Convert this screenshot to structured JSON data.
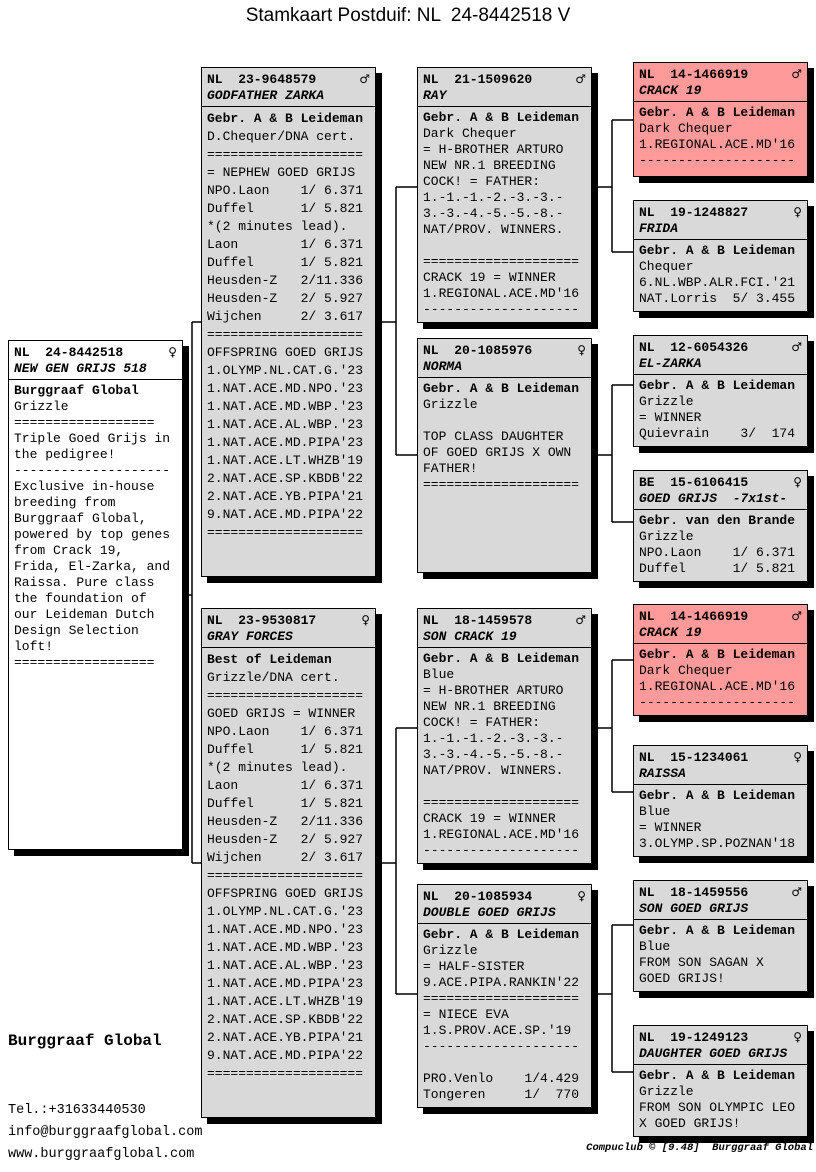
{
  "title": "Stamkaart Postduif: NL  24-8442518 V",
  "boxes": {
    "subject": {
      "ring": "NL  24-8442518",
      "sex": "♀",
      "name": "NEW GEN GRIJS 518",
      "lines": [
        "Burggraaf Global",
        "Grizzle",
        "==================",
        "Triple Goed Grijs in",
        "the pedigree!",
        "--------------------",
        "Exclusive in-house",
        "breeding from",
        "Burggraaf Global,",
        "powered by top genes",
        "from Crack 19,",
        "Frida, El-Zarka, and",
        "Raissa. Pure class",
        "the foundation of",
        "our Leideman Dutch",
        "Design Selection",
        "loft!",
        "=================="
      ]
    },
    "father": {
      "ring": "NL  23-9648579",
      "sex": "♂",
      "name": "GODFATHER ZARKA",
      "lines": [
        "Gebr. A & B Leideman",
        "D.Chequer/DNA cert.",
        "====================",
        "= NEPHEW GOED GRIJS",
        "NPO.Laon    1/ 6.371",
        "Duffel      1/ 5.821",
        "*(2 minutes lead).",
        "Laon        1/ 6.371",
        "Duffel      1/ 5.821",
        "Heusden-Z   2/11.336",
        "Heusden-Z   2/ 5.927",
        "Wijchen     2/ 3.617",
        "====================",
        "OFFSPRING GOED GRIJS",
        "1.OLYMP.NL.CAT.G.'23",
        "1.NAT.ACE.MD.NPO.'23",
        "1.NAT.ACE.MD.WBP.'23",
        "1.NAT.ACE.AL.WBP.'23",
        "1.NAT.ACE.MD.PIPA'23",
        "1.NAT.ACE.LT.WHZB'19",
        "2.NAT.ACE.SP.KBDB'22",
        "2.NAT.ACE.YB.PIPA'21",
        "9.NAT.ACE.MD.PIPA'22",
        "===================="
      ]
    },
    "mother": {
      "ring": "NL  23-9530817",
      "sex": "♀",
      "name": "GRAY FORCES",
      "lines": [
        "Best of Leideman",
        "Grizzle/DNA cert.",
        "====================",
        "GOED GRIJS = WINNER",
        "NPO.Laon    1/ 6.371",
        "Duffel      1/ 5.821",
        "*(2 minutes lead).",
        "Laon        1/ 6.371",
        "Duffel      1/ 5.821",
        "Heusden-Z   2/11.336",
        "Heusden-Z   2/ 5.927",
        "Wijchen     2/ 3.617",
        "====================",
        "OFFSPRING GOED GRIJS",
        "1.OLYMP.NL.CAT.G.'23",
        "1.NAT.ACE.MD.NPO.'23",
        "1.NAT.ACE.MD.WBP.'23",
        "1.NAT.ACE.AL.WBP.'23",
        "1.NAT.ACE.MD.PIPA'23",
        "1.NAT.ACE.LT.WHZB'19",
        "2.NAT.ACE.SP.KBDB'22",
        "2.NAT.ACE.YB.PIPA'21",
        "9.NAT.ACE.MD.PIPA'22",
        "===================="
      ]
    },
    "ff": {
      "ring": "NL  21-1509620",
      "sex": "♂",
      "name": "RAY",
      "lines": [
        "Gebr. A & B Leideman",
        "Dark Chequer",
        "= H-BROTHER ARTURO",
        "NEW NR.1 BREEDING",
        "COCK! = FATHER:",
        "1.-1.-1.-2.-3.-3.-",
        "3.-3.-4.-5.-5.-8.-",
        "NAT/PROV. WINNERS.",
        "",
        "====================",
        "CRACK 19 = WINNER",
        "1.REGIONAL.ACE.MD'16",
        "--------------------"
      ]
    },
    "fm": {
      "ring": "NL  20-1085976",
      "sex": "♀",
      "name": "NORMA",
      "lines": [
        "Gebr. A & B Leideman",
        "Grizzle",
        "",
        "TOP CLASS DAUGHTER",
        "OF GOED GRIJS X OWN",
        "FATHER!",
        "===================="
      ]
    },
    "mf": {
      "ring": "NL  18-1459578",
      "sex": "♂",
      "name": "SON CRACK 19",
      "lines": [
        "Gebr. A & B Leideman",
        "Blue",
        "= H-BROTHER ARTURO",
        "NEW NR.1 BREEDING",
        "COCK! = FATHER:",
        "1.-1.-1.-2.-3.-3.-",
        "3.-3.-4.-5.-5.-8.-",
        "NAT/PROV. WINNERS.",
        "",
        "====================",
        "CRACK 19 = WINNER",
        "1.REGIONAL.ACE.MD'16",
        "--------------------"
      ]
    },
    "mm": {
      "ring": "NL  20-1085934",
      "sex": "♀",
      "name": "DOUBLE GOED GRIJS",
      "lines": [
        "Gebr. A & B Leideman",
        "Grizzle",
        "= HALF-SISTER",
        "9.ACE.PIPA.RANKIN'22",
        "====================",
        "= NIECE EVA",
        "1.S.PROV.ACE.SP.'19",
        "--------------------",
        "",
        "PRO.Venlo    1/4.429",
        "Tongeren     1/  770"
      ]
    },
    "fff": {
      "ring": "NL  14-1466919",
      "sex": "♂",
      "name": "CRACK 19",
      "lines": [
        "Gebr. A & B Leideman",
        "Dark Chequer",
        "1.REGIONAL.ACE.MD'16",
        "--------------------"
      ]
    },
    "ffm": {
      "ring": "NL  19-1248827",
      "sex": "♀",
      "name": "FRIDA",
      "lines": [
        "Gebr. A & B Leideman",
        "Chequer",
        "6.NL.WBP.ALR.FCI.'21",
        "NAT.Lorris  5/ 3.455"
      ]
    },
    "fmf": {
      "ring": "NL  12-6054326",
      "sex": "♂",
      "name": "EL-ZARKA",
      "lines": [
        "Gebr. A & B Leideman",
        "Grizzle",
        "= WINNER",
        "Quievrain    3/  174"
      ]
    },
    "fmm": {
      "ring": "BE  15-6106415",
      "sex": "♀",
      "name": "GOED GRIJS  -7x1st-",
      "lines": [
        "Gebr. van den Brande",
        "Grizzle",
        "NPO.Laon    1/ 6.371",
        "Duffel      1/ 5.821"
      ]
    },
    "mff": {
      "ring": "NL  14-1466919",
      "sex": "♂",
      "name": "CRACK 19",
      "lines": [
        "Gebr. A & B Leideman",
        "Dark Chequer",
        "1.REGIONAL.ACE.MD'16",
        "--------------------"
      ]
    },
    "mfm": {
      "ring": "NL  15-1234061",
      "sex": "♀",
      "name": "RAISSA",
      "lines": [
        "Gebr. A & B Leideman",
        "Blue",
        "= WINNER",
        "3.OLYMP.SP.POZNAN'18"
      ]
    },
    "mmf": {
      "ring": "NL  18-1459556",
      "sex": "♂",
      "name": "SON GOED GRIJS",
      "lines": [
        "Gebr. A & B Leideman",
        "Blue",
        "FROM SON SAGAN X",
        "GOED GRIJS!"
      ]
    },
    "mmm": {
      "ring": "NL  19-1249123",
      "sex": "♀",
      "name": "DAUGHTER GOED GRIJS",
      "lines": [
        "Gebr. A & B Leideman",
        "Grizzle",
        "FROM SON OLYMPIC LEO",
        "X GOED GRIJS!"
      ]
    }
  },
  "footer": {
    "brand": "Burggraaf Global",
    "tel": "Tel.:+31633440530",
    "email": "info@burggraafglobal.com",
    "web": "www.burggraafglobal.com",
    "credit": "Compuclub © [9.48]  Burggraaf Global"
  },
  "colors": {
    "box_bg": "#d9d9d9",
    "highlight_bg": "#ff9a9a",
    "subject_bg": "#ffffff",
    "line": "#000000"
  }
}
